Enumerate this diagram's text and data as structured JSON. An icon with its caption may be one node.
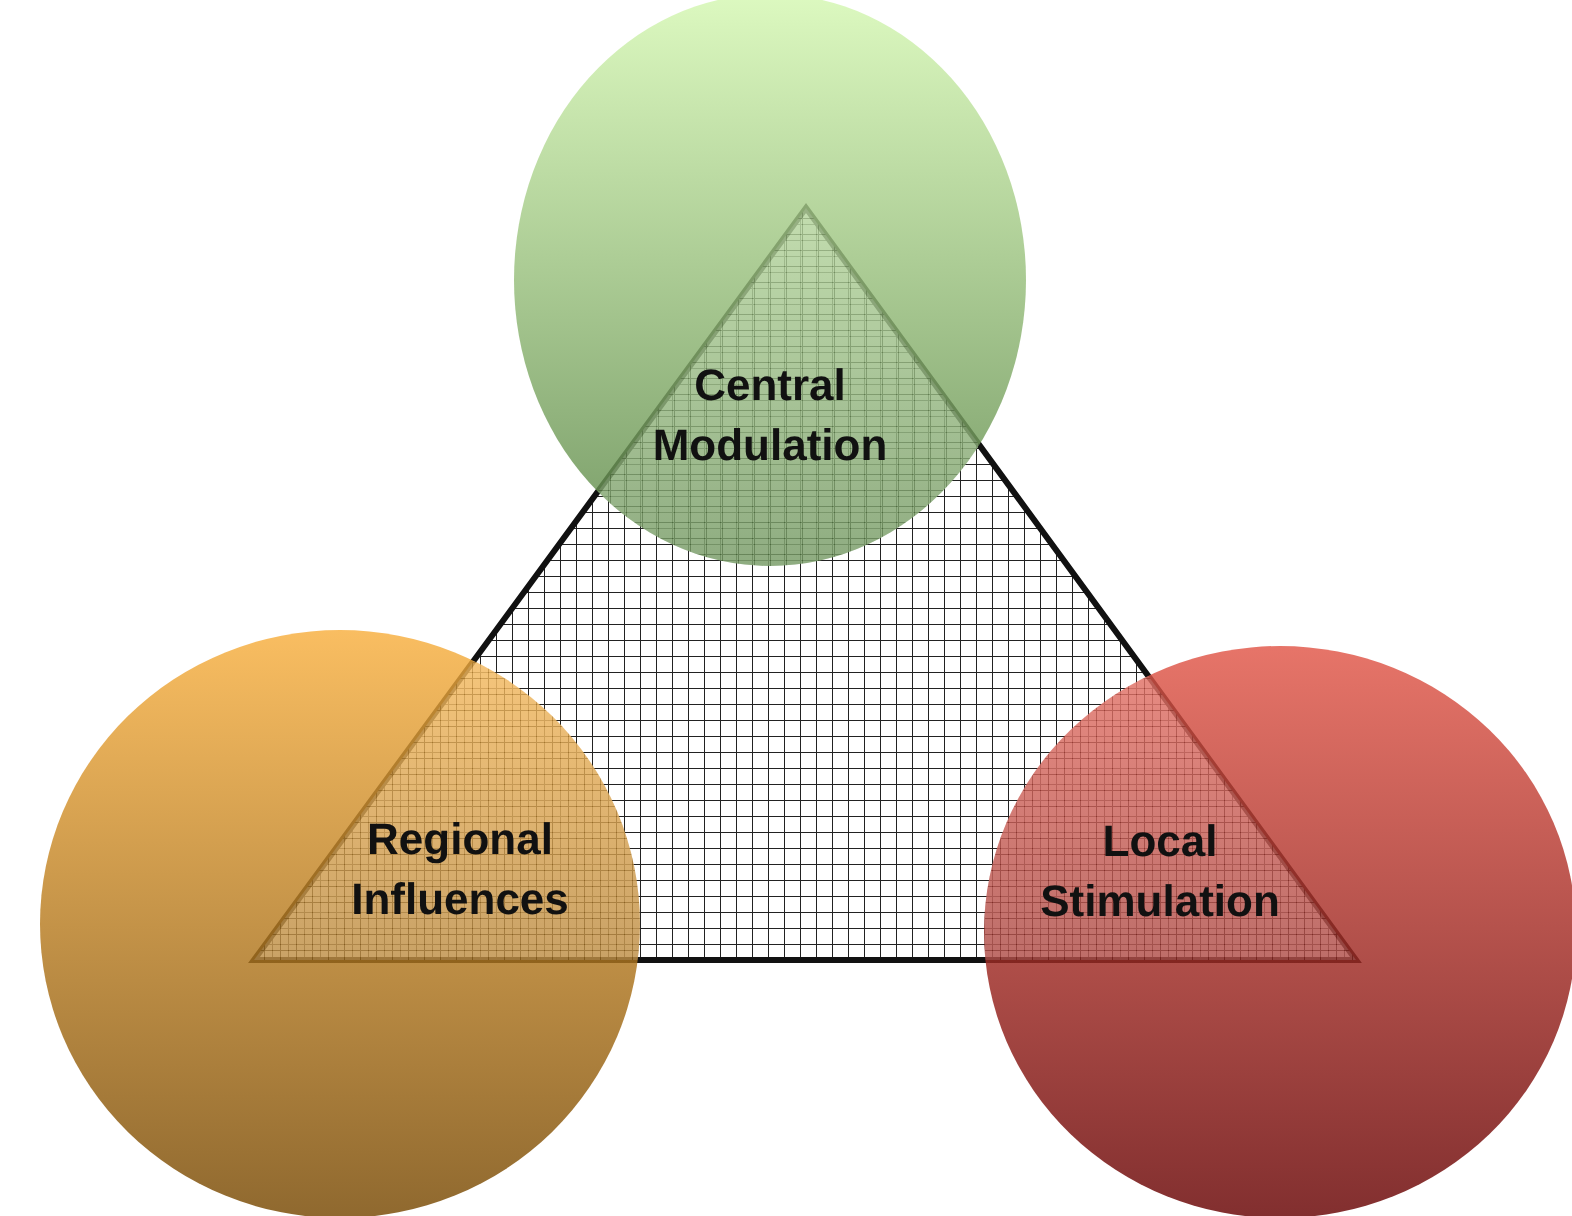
{
  "diagram": {
    "nodes": [
      {
        "text": [
          "Central Modulation"
        ]
      },
      {
        "text": [
          "Regional Influences"
        ]
      },
      {
        "text": [
          "Local Stimulation"
        ]
      }
    ]
  }
}
